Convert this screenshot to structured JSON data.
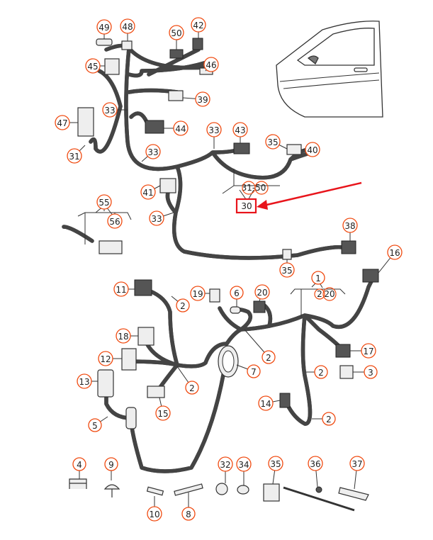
{
  "diagram": {
    "callouts": [
      "49",
      "48",
      "50",
      "42",
      "46",
      "45",
      "39",
      "33",
      "47",
      "44",
      "33",
      "43",
      "35",
      "40",
      "31",
      "33",
      "41",
      "33",
      "55",
      "56",
      "38",
      "16",
      "35",
      "11",
      "2",
      "19",
      "6",
      "20",
      "1",
      "18",
      "17",
      "12",
      "2",
      "2",
      "7",
      "3",
      "13",
      "2",
      "15",
      "14",
      "2",
      "5",
      "4",
      "9",
      "32",
      "34",
      "35",
      "36",
      "37",
      "10",
      "8"
    ],
    "range_label_upper": "31-50",
    "highlighted_part": "30",
    "range_label_lower_a": "2",
    "range_label_lower_b": "20",
    "highlight_color": "#e8141b",
    "callout_color": "#f04a10"
  }
}
